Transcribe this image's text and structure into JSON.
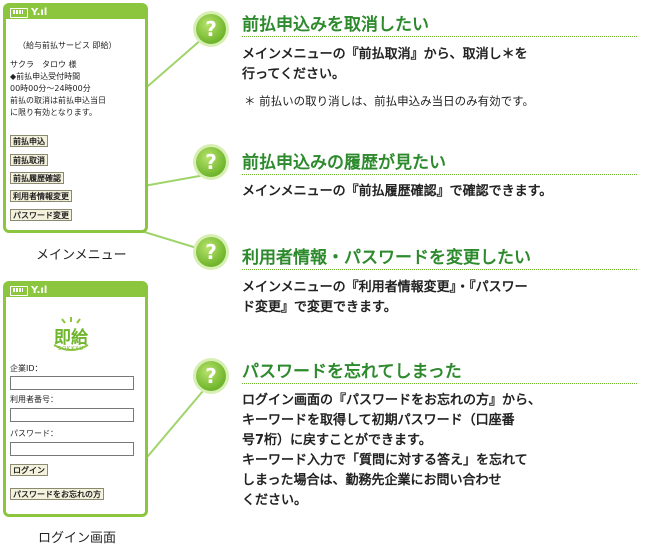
{
  "main_menu_screen": {
    "service_title": "（給与前払サービス 即給）",
    "user_name": "サクラ　タロウ 様",
    "hours_heading": "◆前払申込受付時間",
    "hours": "00時00分〜24時00分",
    "notice_line1": "前払の取消は前払申込当日",
    "notice_line2": "に限り有効となります。",
    "buttons": [
      "前払申込",
      "前払取消",
      "前払履歴確認",
      "利用者情報変更",
      "パスワード変更"
    ],
    "caption": "メインメニュー"
  },
  "login_screen": {
    "logo_text": "即給",
    "logo_sub": "SOKKYU",
    "company_id_label": "企業ID：",
    "user_number_label": "利用者番号：",
    "password_label": "パスワード：",
    "login_button": "ログイン",
    "forgot_button": "パスワードをお忘れの方",
    "caption": "ログイン画面"
  },
  "faq": [
    {
      "icon": "?",
      "title": "前払申込みを取消したい",
      "body_lines": [
        "メインメニューの『前払取消』から、取消し＊を",
        "行ってください。"
      ],
      "note": "＊ 前払いの取り消しは、前払申込み当日のみ有効です。"
    },
    {
      "icon": "?",
      "title": "前払申込みの履歴が見たい",
      "body_lines": [
        "メインメニューの『前払履歴確認』で確認できます。"
      ]
    },
    {
      "icon": "?",
      "title": "利用者情報・パスワードを変更したい",
      "body_lines": [
        "メインメニューの『利用者情報変更』・『パスワー",
        "ド変更』で変更できます。"
      ]
    },
    {
      "icon": "?",
      "title": "パスワードを忘れてしまった",
      "body_lines": [
        "ログイン画面の『パスワードをお忘れの方』から、",
        "キーワードを取得して初期パスワード（口座番",
        "号7桁）に戻すことができます。",
        "キーワード入力で「質問に対する答え」を忘れて",
        "しまった場合は、勤務先企業にお問い合わせ",
        "ください。"
      ]
    }
  ],
  "colors": {
    "accent": "#8cc63f",
    "title_green": "#2d8a2d"
  }
}
